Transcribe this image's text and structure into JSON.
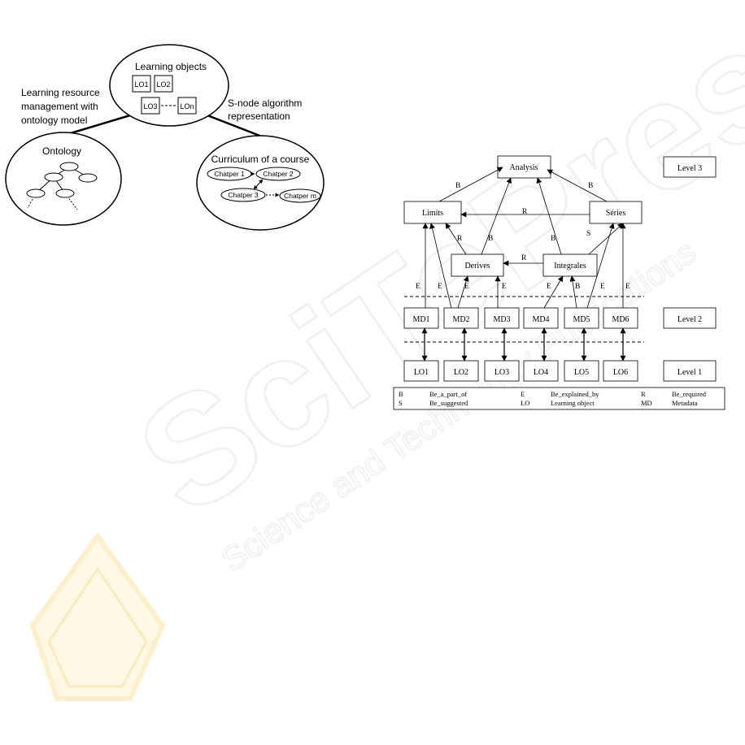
{
  "watermark": {
    "main": "SciTePress",
    "sub": "Science and Technology Publications"
  },
  "left_diagram": {
    "learning_objects": {
      "title": "Learning objects",
      "items": [
        "LO1",
        "LO2",
        "LO3",
        "LOn"
      ]
    },
    "left_label": [
      "Learning resource",
      "management with",
      "ontology model"
    ],
    "right_label": [
      "S-node algorithm",
      "representation"
    ],
    "ontology": {
      "title": "Ontology"
    },
    "curriculum": {
      "title": "Curriculum of a course",
      "chapters": [
        "Chatper 1",
        "Chatper 2",
        "Chatper 3",
        "Chatper m"
      ]
    }
  },
  "right_diagram": {
    "levels": [
      "Level 3",
      "Level 2",
      "Level 1"
    ],
    "nodes": {
      "analysis": "Analysis",
      "limits": "Limits",
      "series": "Séries",
      "derives": "Derives",
      "integrales": "Integrales"
    },
    "metadata": [
      "MD1",
      "MD2",
      "MD3",
      "MD4",
      "MD5",
      "MD6"
    ],
    "objects": [
      "LO1",
      "LO2",
      "LO3",
      "LO4",
      "LO5",
      "LO6"
    ],
    "edge_labels": {
      "B": "B",
      "R": "R",
      "S": "S",
      "E": "E"
    },
    "legend": [
      {
        "key": "B",
        "text": "Be_a_part_of"
      },
      {
        "key": "E",
        "text": "Be_explained_by"
      },
      {
        "key": "R",
        "text": "Be_required"
      },
      {
        "key": "S",
        "text": "Be_suggested"
      },
      {
        "key": "LO",
        "text": "Learning object"
      },
      {
        "key": "MD",
        "text": "Metadata"
      }
    ]
  }
}
